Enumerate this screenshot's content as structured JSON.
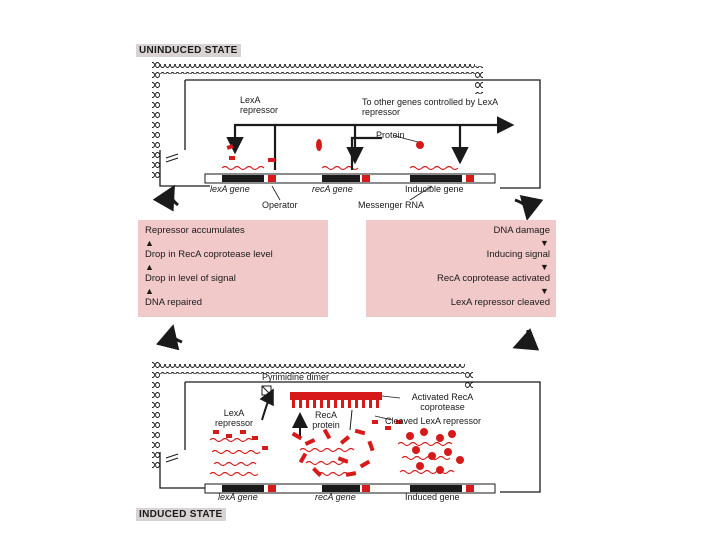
{
  "uninduced": {
    "title": "UNINDUCED STATE",
    "lexa_repressor": "LexA repressor",
    "other_genes": "To other genes controlled by LexA repressor",
    "protein": "Protein",
    "gene_lexa": "lexA gene",
    "gene_reca": "recA gene",
    "gene_inducible": "Inducible gene",
    "operator": "Operator",
    "messenger_rna": "Messenger RNA"
  },
  "left_box": {
    "lines": [
      "Repressor accumulates",
      "Drop in RecA coprotease level",
      "Drop in level of signal",
      "DNA repaired"
    ]
  },
  "right_box": {
    "lines": [
      "DNA damage",
      "Inducing signal",
      "RecA coprotease activated",
      "LexA repressor cleaved"
    ]
  },
  "induced": {
    "title": "INDUCED STATE",
    "pyrimidine_dimer": "Pyrimidine dimer",
    "activated_reca": "Activated RecA coprotease",
    "lexa_repressor": "LexA repressor",
    "reca_protein": "RecA protein",
    "cleaved_lexa": "Cleaved LexA repressor",
    "gene_lexa": "lexA gene",
    "gene_reca": "recA gene",
    "gene_induced": "Induced gene"
  },
  "colors": {
    "red": "#d61a1a",
    "pink": "#f2c9c9",
    "dark": "#1a1a1a"
  }
}
